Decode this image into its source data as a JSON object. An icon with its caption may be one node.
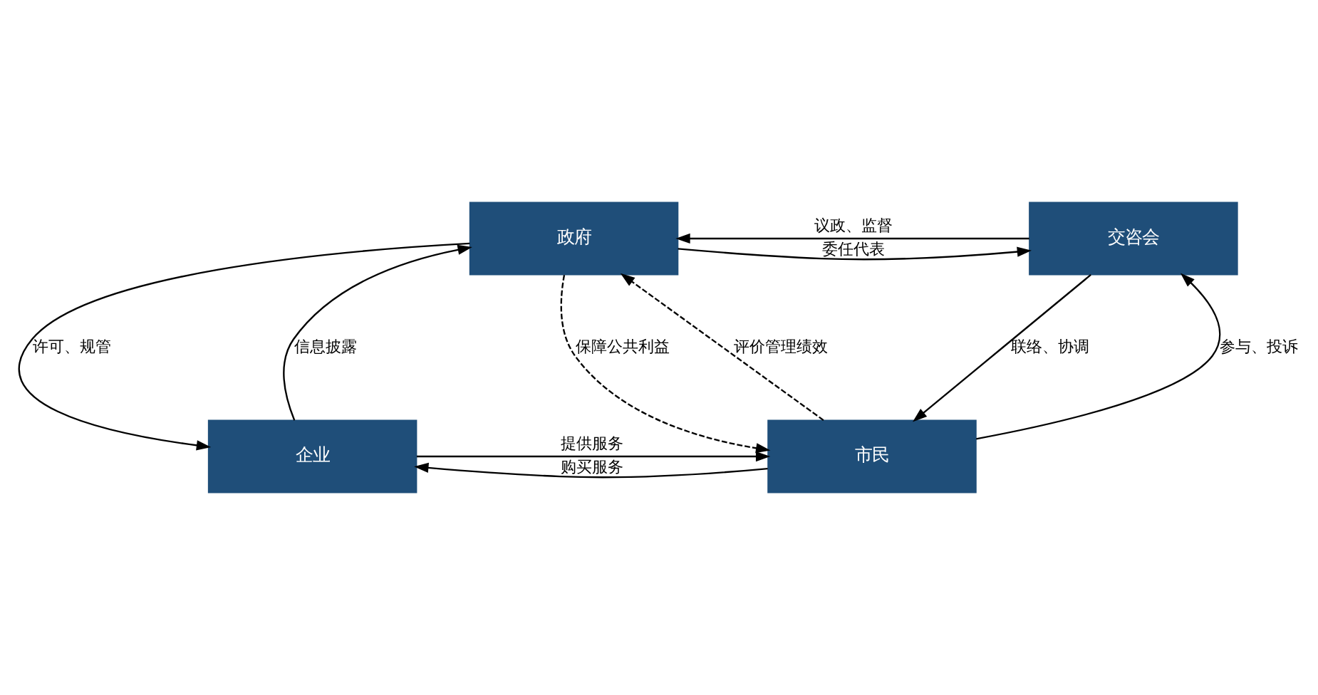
{
  "diagram": {
    "nodes": [
      {
        "text": [
          "政府"
        ]
      },
      {
        "text": [
          "交咨会"
        ]
      },
      {
        "text": [
          "企业"
        ]
      },
      {
        "text": [
          "市民"
        ]
      }
    ],
    "edges": [
      {
        "from": 0,
        "to": 1,
        "arrow": "to",
        "label": "委任代表"
      },
      {
        "from": 1,
        "to": 0,
        "arrow": "to",
        "label": "议政、监督"
      },
      {
        "from": 3,
        "to": 0,
        "arrow": "to",
        "label": "评价管理绩效",
        "style": "dashed"
      },
      {
        "from": 0,
        "to": 3,
        "arrow": "to",
        "label": "保障公共利益",
        "style": "dashed"
      },
      {
        "from": 0,
        "to": 2,
        "arrow": "to",
        "label": "许可、规管"
      },
      {
        "from": 2,
        "to": 0,
        "arrow": "to",
        "label": "信息披露"
      },
      {
        "from": 2,
        "to": 3,
        "arrow": "to",
        "label": "提供服务"
      },
      {
        "from": 3,
        "to": 2,
        "arrow": "to",
        "label": "购买服务"
      },
      {
        "from": 3,
        "to": 1,
        "arrow": "to",
        "label": "参与、投诉"
      },
      {
        "from": 1,
        "to": 3,
        "arrow": "to",
        "label": "联络、协调"
      }
    ]
  }
}
